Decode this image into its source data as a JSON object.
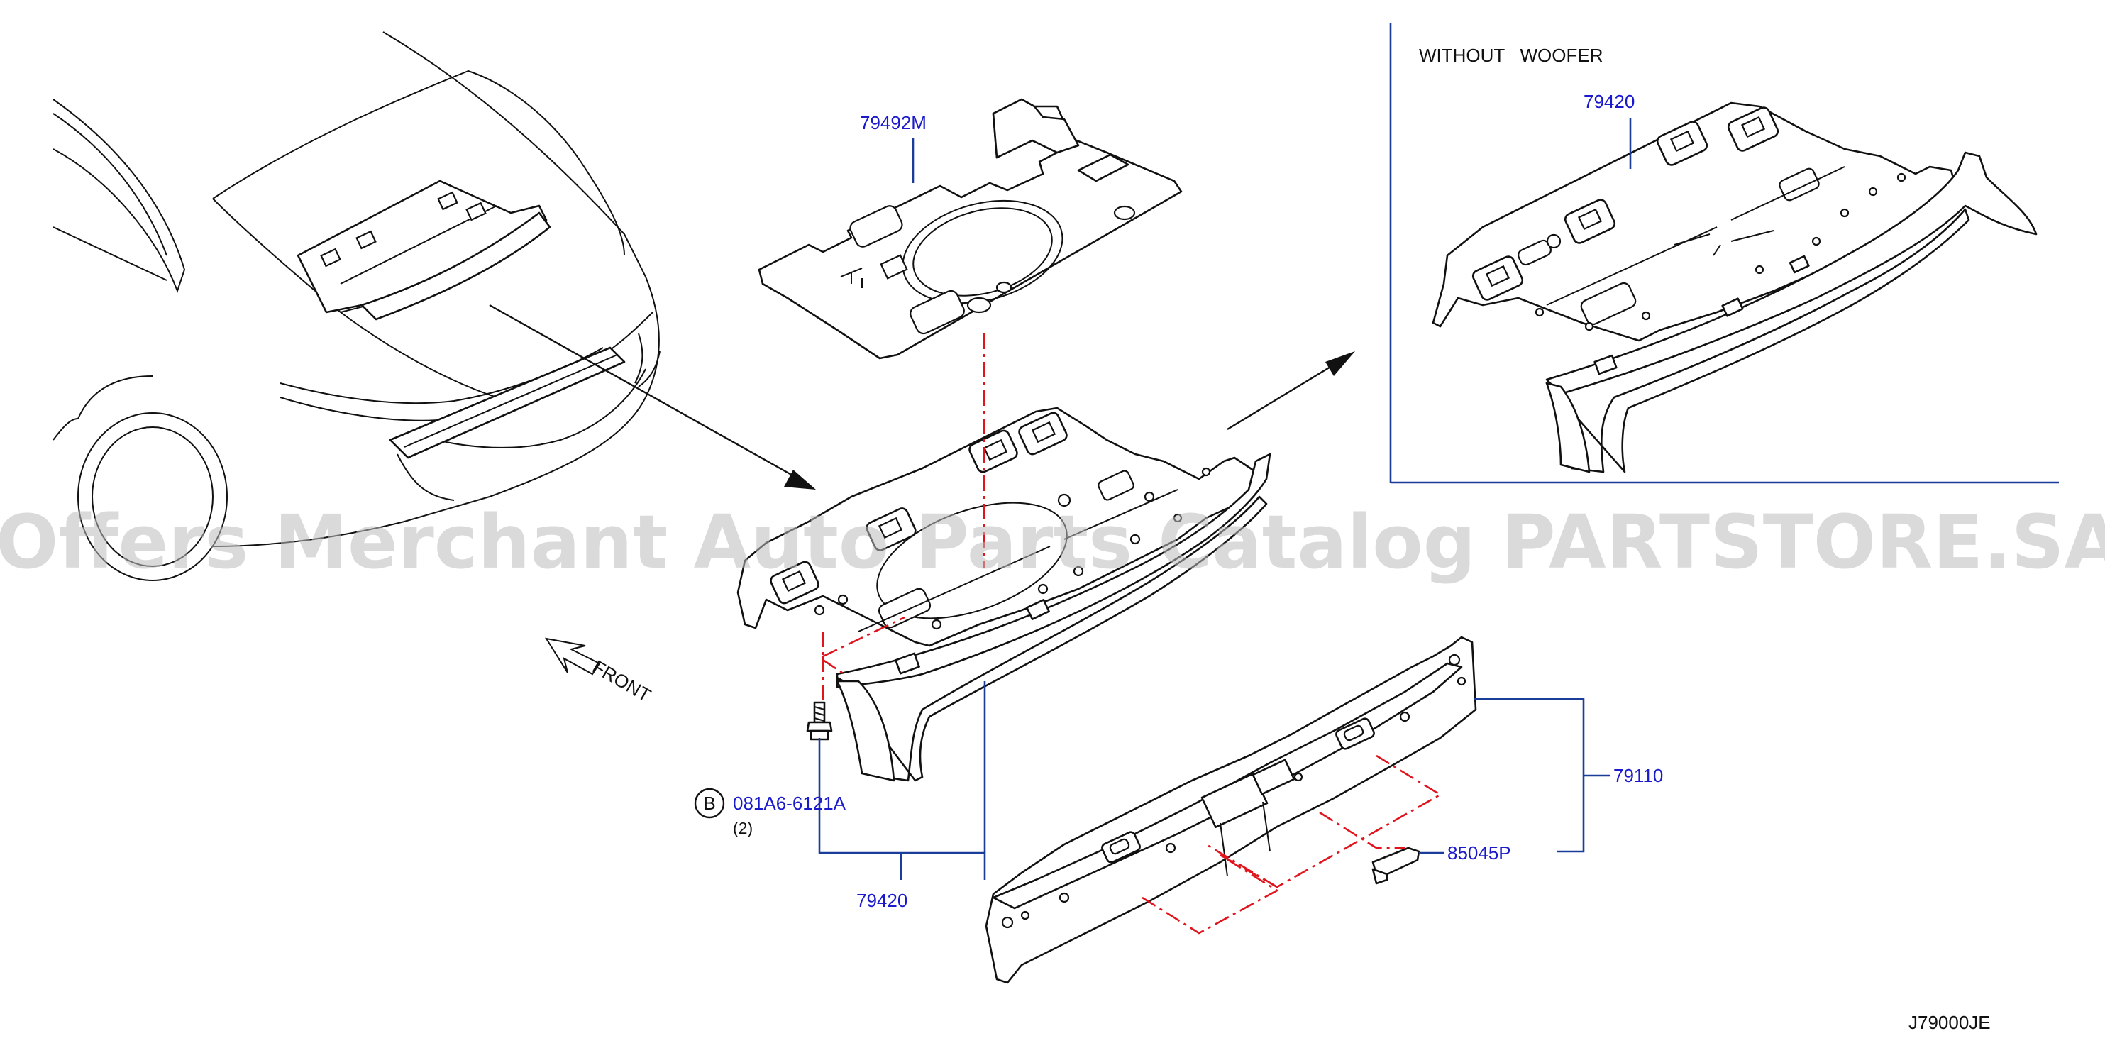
{
  "labels": {
    "without_woofer": "WITHOUT   WOOFER",
    "part_79492m": "79492M",
    "part_79420_inset": "79420",
    "part_79420_main": "79420",
    "part_081a6": "081A6-6121A",
    "qty_081a6": "(2)",
    "circle_b": "B",
    "part_79110": "79110",
    "part_85045p": "85045P",
    "front": "FRONT",
    "diagram_code": "J79000JE"
  },
  "watermark": "Offers Merchant Auto Parts Catalog PARTSTORE.SA",
  "colors": {
    "part_number": "#1a1acc",
    "leader": "#1a3d9a",
    "dashed_guide": "#e0141c",
    "outline": "#111111",
    "watermark": "#bdbdbd"
  }
}
